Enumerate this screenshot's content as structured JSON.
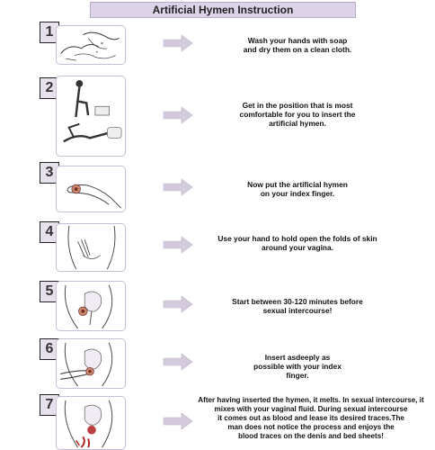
{
  "title": "Artificial Hymen Instruction",
  "steps": [
    {
      "number": "1",
      "text": [
        "Wash your hands with soap",
        "and dry them on a clean cloth."
      ]
    },
    {
      "number": "2",
      "text": [
        "Get in the position that is most",
        "comfortable for you to insert the",
        "artificial hymen."
      ]
    },
    {
      "number": "3",
      "text": [
        "Now put the artificial hymen",
        "on your index finger."
      ]
    },
    {
      "number": "4",
      "text": [
        "Use your hand to hold open the folds of skin",
        "around your vagina."
      ]
    },
    {
      "number": "5",
      "text": [
        "Start between 30-120 minutes before",
        "sexual intercourse!"
      ]
    },
    {
      "number": "6",
      "text": [
        "Insert asdeeply as",
        "possible with your index",
        "finger."
      ]
    },
    {
      "number": "7",
      "text": [
        "After having inserted the hymen, it melts. In sexual intercourse, it",
        "mixes with your vaginal fluid. During sexual intercourse",
        "it comes out as blood and lease its desired traces.The",
        "man does not notice the process and enjoys the",
        "blood traces on the denis and bed sheets!"
      ]
    }
  ],
  "colors": {
    "title_bg": "#ddd3e9",
    "number_bg": "#e7e1ee",
    "arrow": "#d3cbdc",
    "frame_border": "#c7bfd3",
    "blood": "#b0201e"
  }
}
